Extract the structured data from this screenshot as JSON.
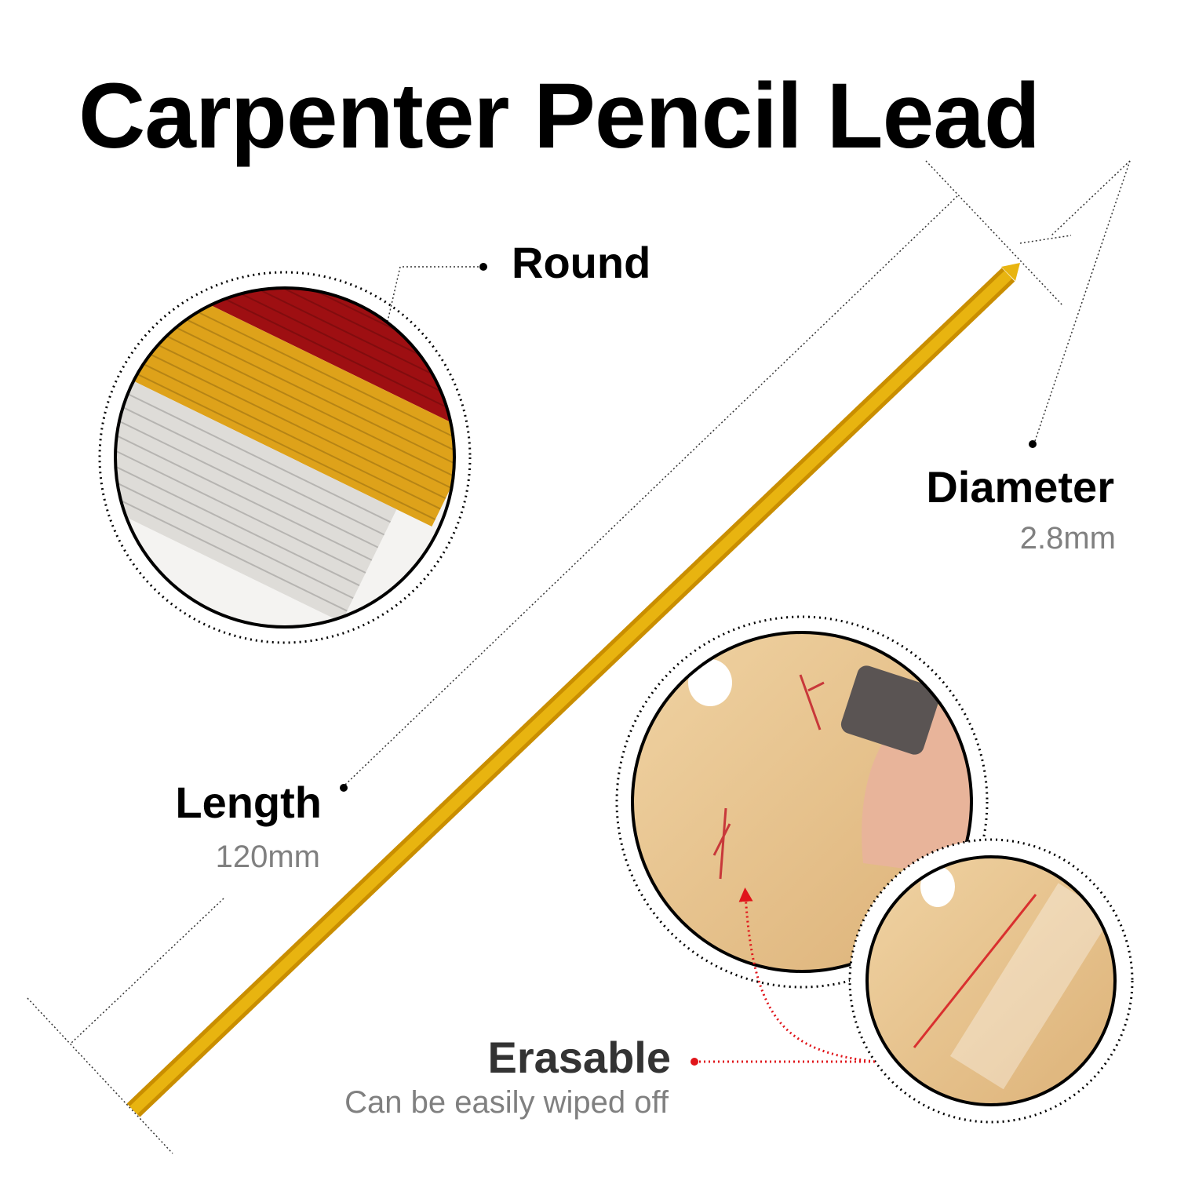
{
  "title": "Carpenter Pencil Lead",
  "features": {
    "round": {
      "label": "Round"
    },
    "diameter": {
      "label": "Diameter",
      "value": "2.8mm"
    },
    "length": {
      "label": "Length",
      "value": "120mm"
    },
    "erasable": {
      "label": "Erasable",
      "description": "Can be easily wiped off"
    }
  },
  "colors": {
    "lead": "#e2a900",
    "red_lead": "#9e0f12",
    "white_lead": "#dcdad6",
    "wood": "#e8c793",
    "callout_red": "#e0141a"
  }
}
